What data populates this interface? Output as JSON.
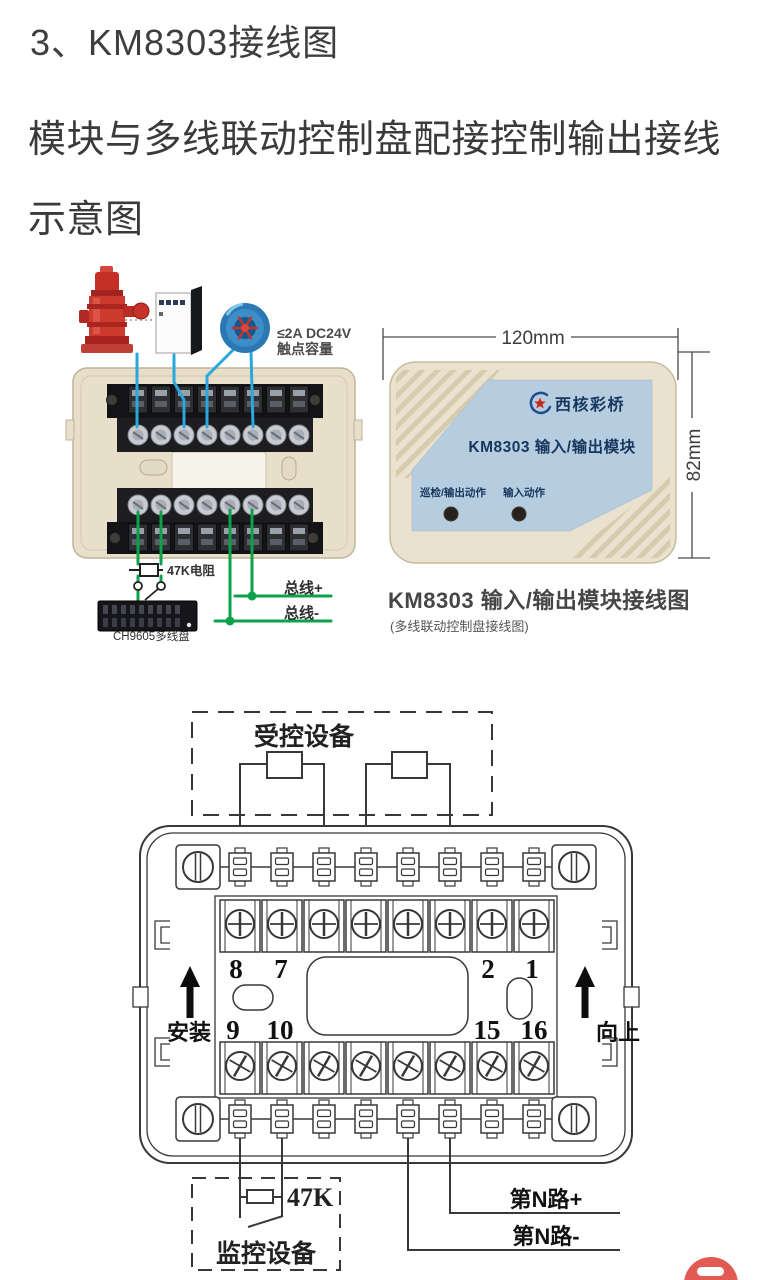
{
  "page": {
    "title": "3、KM8303接线图",
    "subtitle_line1": "模块与多线联动控制盘配接控制输出接线",
    "subtitle_line2": "示意图"
  },
  "photo": {
    "rating_line1": "≤2A DC24V",
    "rating_line2": "触点容量",
    "resistor_label": "47K电阻",
    "panel_label": "CH9605多线盘",
    "bus_plus": "总线+",
    "bus_minus": "总线-"
  },
  "product": {
    "dim_width": "120mm",
    "dim_height": "82mm",
    "brand": "西核彩桥",
    "model": "KM8303 输入/输出模块",
    "led_left": "巡检/输出动作",
    "led_right": "输入动作",
    "caption": "KM8303 输入/输出模块接线图",
    "caption_note": "(多线联动控制盘接线图)"
  },
  "diagram": {
    "controlled_label": "受控设备",
    "monitored_label": "监控设备",
    "resistor_label": "47K",
    "install_label": "安装",
    "up_label": "向上",
    "loop_plus": "第N路+",
    "loop_minus": "第N路-",
    "nums_upper": [
      "8",
      "7",
      "2",
      "1"
    ],
    "nums_lower": [
      "9",
      "10",
      "15",
      "16"
    ]
  },
  "floating_button": {
    "icon": "back-to-top-arrow"
  },
  "colors": {
    "wire_cyan": "#2aa7dc",
    "wire_green": "#0ca14b",
    "module_beige": "#eae2cf",
    "label_blue": "#b5cddf",
    "brand_navy": "#17365e",
    "pump_red": "#c52f27",
    "bell_blue": "#2b79b4",
    "button_red": "#e25b52",
    "line_dark": "#383838"
  }
}
